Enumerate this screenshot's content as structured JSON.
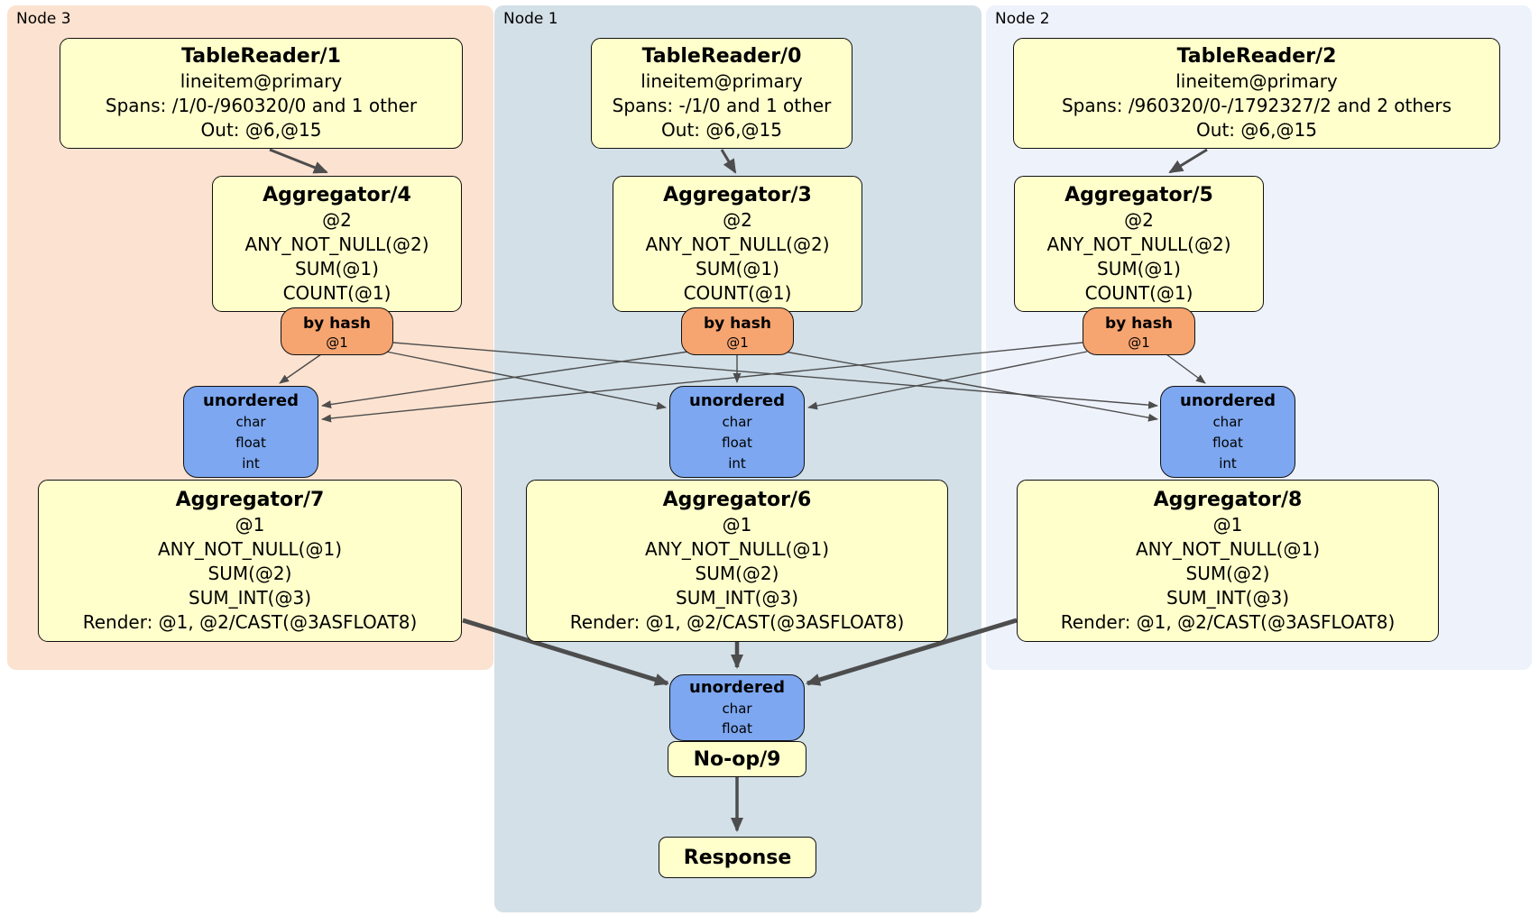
{
  "groups": [
    {
      "label": "Node 3"
    },
    {
      "label": "Node 1"
    },
    {
      "label": "Node 2"
    }
  ],
  "boxes": {
    "tablereader1": {
      "title": "TableReader/1",
      "lines": [
        "lineitem@primary",
        "Spans: /1/0-/960320/0 and 1 other",
        "Out: @6,@15"
      ]
    },
    "tablereader0": {
      "title": "TableReader/0",
      "lines": [
        "lineitem@primary",
        "Spans: -/1/0 and 1 other",
        "Out: @6,@15"
      ]
    },
    "tablereader2": {
      "title": "TableReader/2",
      "lines": [
        "lineitem@primary",
        "Spans: /960320/0-/1792327/2 and 2 others",
        "Out: @6,@15"
      ]
    },
    "aggregator4": {
      "title": "Aggregator/4",
      "lines": [
        "@2",
        "ANY_NOT_NULL(@2)",
        "SUM(@1)",
        "COUNT(@1)"
      ]
    },
    "aggregator3": {
      "title": "Aggregator/3",
      "lines": [
        "@2",
        "ANY_NOT_NULL(@2)",
        "SUM(@1)",
        "COUNT(@1)"
      ]
    },
    "aggregator5": {
      "title": "Aggregator/5",
      "lines": [
        "@2",
        "ANY_NOT_NULL(@2)",
        "SUM(@1)",
        "COUNT(@1)"
      ]
    },
    "router3": {
      "title": "by hash",
      "lines": [
        "@1"
      ]
    },
    "router1": {
      "title": "by hash",
      "lines": [
        "@1"
      ]
    },
    "router2": {
      "title": "by hash",
      "lines": [
        "@1"
      ]
    },
    "sync3": {
      "title": "unordered",
      "lines": [
        "char",
        "float",
        "int"
      ]
    },
    "sync1": {
      "title": "unordered",
      "lines": [
        "char",
        "float",
        "int"
      ]
    },
    "sync2": {
      "title": "unordered",
      "lines": [
        "char",
        "float",
        "int"
      ]
    },
    "aggregator7": {
      "title": "Aggregator/7",
      "lines": [
        "@1",
        "ANY_NOT_NULL(@1)",
        "SUM(@2)",
        "SUM_INT(@3)",
        "Render: @1, @2/CAST(@3ASFLOAT8)"
      ]
    },
    "aggregator6": {
      "title": "Aggregator/6",
      "lines": [
        "@1",
        "ANY_NOT_NULL(@1)",
        "SUM(@2)",
        "SUM_INT(@3)",
        "Render: @1, @2/CAST(@3ASFLOAT8)"
      ]
    },
    "aggregator8": {
      "title": "Aggregator/8",
      "lines": [
        "@1",
        "ANY_NOT_NULL(@1)",
        "SUM(@2)",
        "SUM_INT(@3)",
        "Render: @1, @2/CAST(@3ASFLOAT8)"
      ]
    },
    "syncFinal": {
      "title": "unordered",
      "lines": [
        "char",
        "float"
      ]
    },
    "noop": {
      "title": "No-op/9"
    },
    "response": {
      "title": "Response"
    }
  },
  "colors": {
    "processor_fill": "#ffffcc",
    "router_fill": "#f6a470",
    "sync_fill": "#7da7f0",
    "node3_bg": "#fce2d0",
    "node1_bg": "#d3e0e8",
    "node2_bg": "#eef2fb",
    "edge": "#4d4d4d"
  }
}
